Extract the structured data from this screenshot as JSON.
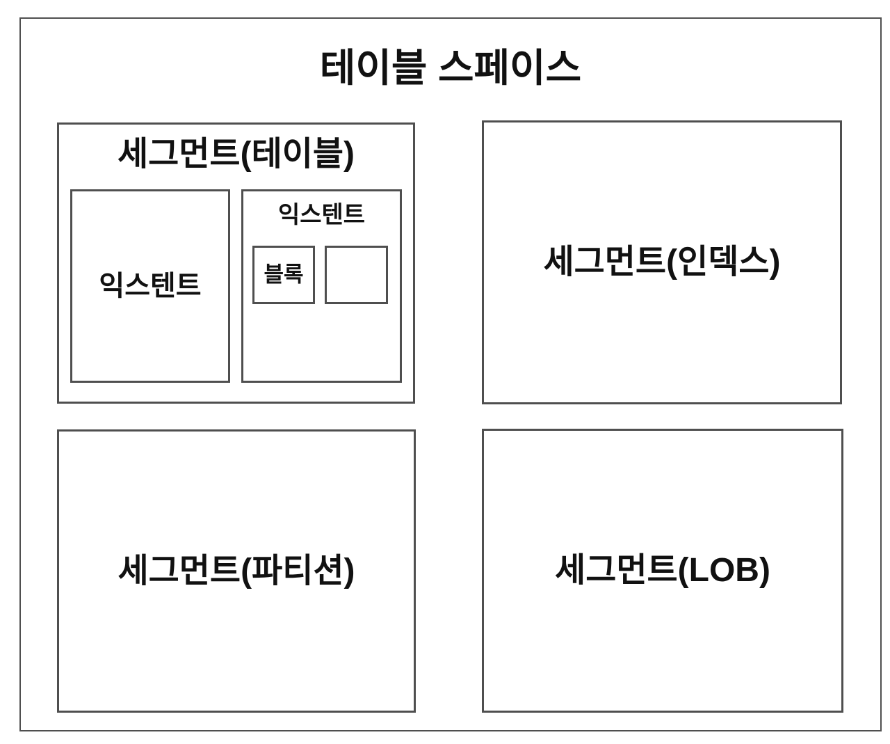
{
  "diagram": {
    "title": "테이블 스페이스",
    "segments": {
      "table": {
        "label": "세그먼트(테이블)"
      },
      "index": {
        "label": "세그먼트(인덱스)"
      },
      "partition": {
        "label": "세그먼트(파티션)"
      },
      "lob": {
        "label": "세그먼트(LOB)"
      }
    },
    "extent_left": {
      "label": "익스텐트"
    },
    "extent_right": {
      "label": "익스텐트"
    },
    "block_filled": {
      "label": "블록"
    },
    "block_empty": {
      "label": ""
    }
  },
  "colors": {
    "border": "#4f4f4f",
    "text": "#111111",
    "background": "#ffffff"
  }
}
